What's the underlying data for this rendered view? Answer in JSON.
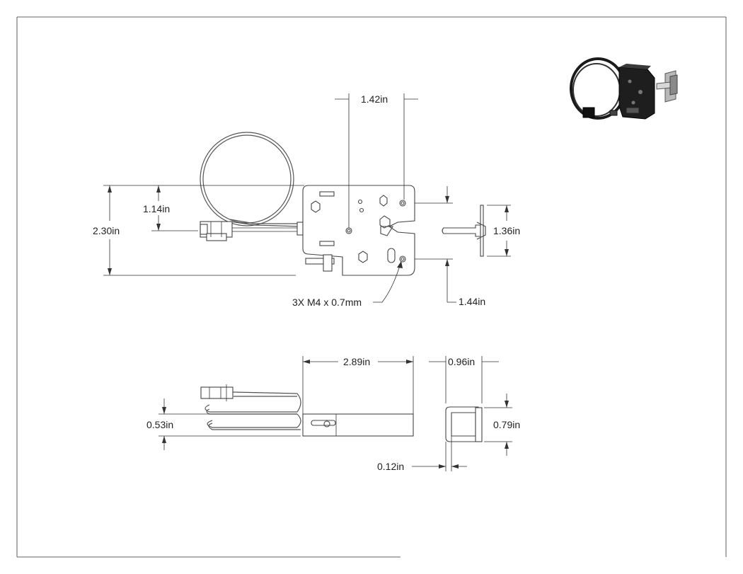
{
  "dimensions": {
    "top_width": "1.42in",
    "overall_height": "2.30in",
    "wire_offset": "1.14in",
    "strike_height": "1.36in",
    "hole_spacing": "1.44in",
    "thread": "3X M4 x 0.7mm",
    "body_length": "2.89in",
    "strike_length": "0.96in",
    "body_thickness": "0.53in",
    "strike_depth": "0.79in",
    "strike_plate": "0.12in"
  }
}
